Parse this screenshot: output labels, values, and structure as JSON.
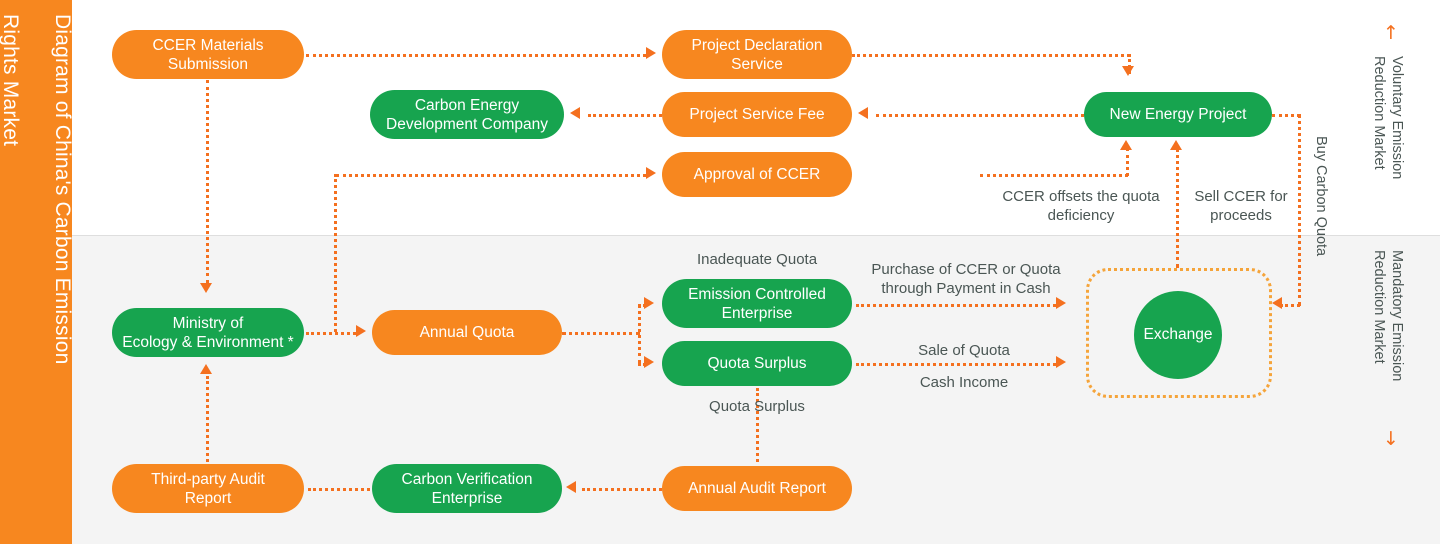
{
  "sidebar": {
    "title_line1": "Diagram of China's Carbon Emission",
    "title_line2": "Rights Market",
    "bg_color": "#f7871f"
  },
  "colors": {
    "orange": "#f7871f",
    "green": "#17a44f",
    "arrow": "#f4701f",
    "amber": "#f5a43a",
    "band_top": "#ffffff",
    "band_bottom": "#f4f4f4",
    "caption_text": "#4a5654"
  },
  "nodes": {
    "ccer_materials_submission": "CCER Materials\nSubmission",
    "project_declaration_service": "Project Declaration\nService",
    "carbon_energy_development_company": "Carbon Energy\nDevelopment Company",
    "project_service_fee": "Project Service Fee",
    "approval_of_ccer": "Approval of CCER",
    "new_energy_project": "New Energy Project",
    "ministry_of_ecology": "Ministry of\nEcology & Environment *",
    "annual_quota": "Annual Quota",
    "emission_controlled_enterprise": "Emission Controlled\nEnterprise",
    "quota_surplus": "Quota Surplus",
    "exchange": "Exchange",
    "third_party_audit_report": "Third-party Audit\nReport",
    "carbon_verification_enterprise": "Carbon Verification\nEnterprise",
    "annual_audit_report": "Annual Audit Report"
  },
  "edge_labels": {
    "ccer_offsets": "CCER offsets the quota\ndeficiency",
    "sell_ccer": "Sell CCER for\nproceeds",
    "buy_carbon_quota": "Buy Carbon Quota",
    "inadequate_quota": "Inadequate Quota",
    "purchase_ccer_quota": "Purchase of CCER or Quota\nthrough Payment in Cash",
    "sale_of_quota": "Sale of Quota",
    "cash_income": "Cash Income",
    "quota_surplus_caption": "Quota Surplus"
  },
  "markets": {
    "voluntary": "Voluntary Emission\nReduction Market",
    "voluntary_arrow": "↑",
    "mandatory": "Mandatory Emission\nReduction Market",
    "mandatory_arrow": "↓"
  }
}
